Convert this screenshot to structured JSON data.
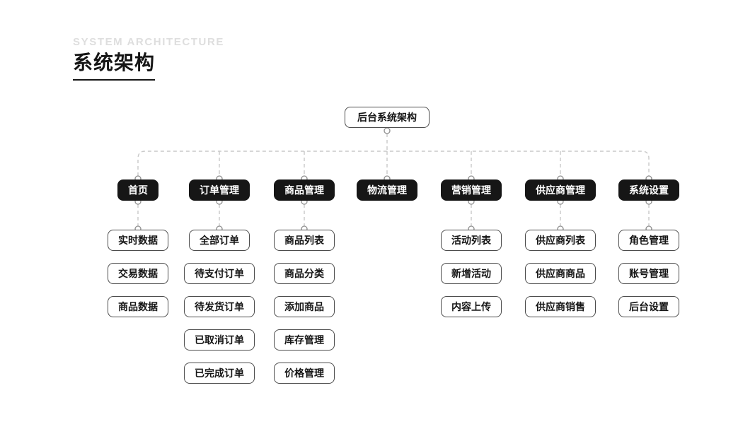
{
  "header": {
    "eyebrow": "SYSTEM ARCHITECTURE",
    "title": "系统架构"
  },
  "tree": {
    "root": "后台系统架构",
    "branches": [
      {
        "label": "首页",
        "children": [
          "实时数据",
          "交易数据",
          "商品数据"
        ]
      },
      {
        "label": "订单管理",
        "children": [
          "全部订单",
          "待支付订单",
          "待发货订单",
          "已取消订单",
          "已完成订单"
        ]
      },
      {
        "label": "商品管理",
        "children": [
          "商品列表",
          "商品分类",
          "添加商品",
          "库存管理",
          "价格管理"
        ]
      },
      {
        "label": "物流管理",
        "children": []
      },
      {
        "label": "营销管理",
        "children": [
          "活动列表",
          "新增活动",
          "内容上传"
        ]
      },
      {
        "label": "供应商管理",
        "children": [
          "供应商列表",
          "供应商商品",
          "供应商销售"
        ]
      },
      {
        "label": "系统设置",
        "children": [
          "角色管理",
          "账号管理",
          "后台设置"
        ]
      }
    ]
  },
  "colors": {
    "node_dark": "#161616",
    "node_border": "#4c4c4c",
    "connector_line": "#c9c9c9",
    "connector_dot_border": "#8f8f8f",
    "eyebrow_text": "#dedede",
    "title_text": "#151515"
  }
}
